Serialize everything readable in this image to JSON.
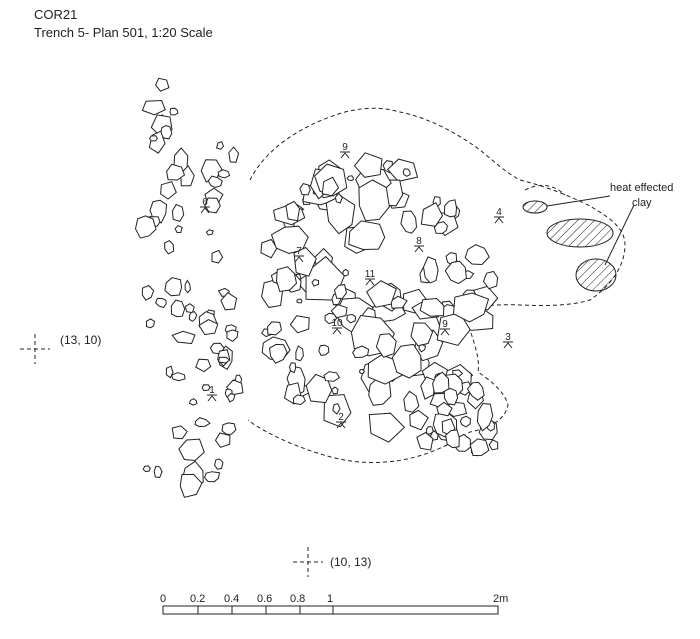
{
  "header": {
    "site_code": "COR21",
    "plan_title": "Trench 5- Plan 501, 1:20 Scale"
  },
  "contexts": [
    "9",
    "6",
    "4",
    "7",
    "8",
    "11",
    "10",
    "9",
    "3",
    "1",
    "2"
  ],
  "annotation": {
    "line1": "heat effected",
    "line2": "clay"
  },
  "grid_points": [
    {
      "label": "(13, 10)"
    },
    {
      "label": "(10, 13)"
    }
  ],
  "scale_bar": {
    "ticks": [
      "0",
      "0.2",
      "0.4",
      "0.6",
      "0.8",
      "1",
      "2m"
    ]
  },
  "colors": {
    "ink": "#222222",
    "background": "#ffffff"
  }
}
